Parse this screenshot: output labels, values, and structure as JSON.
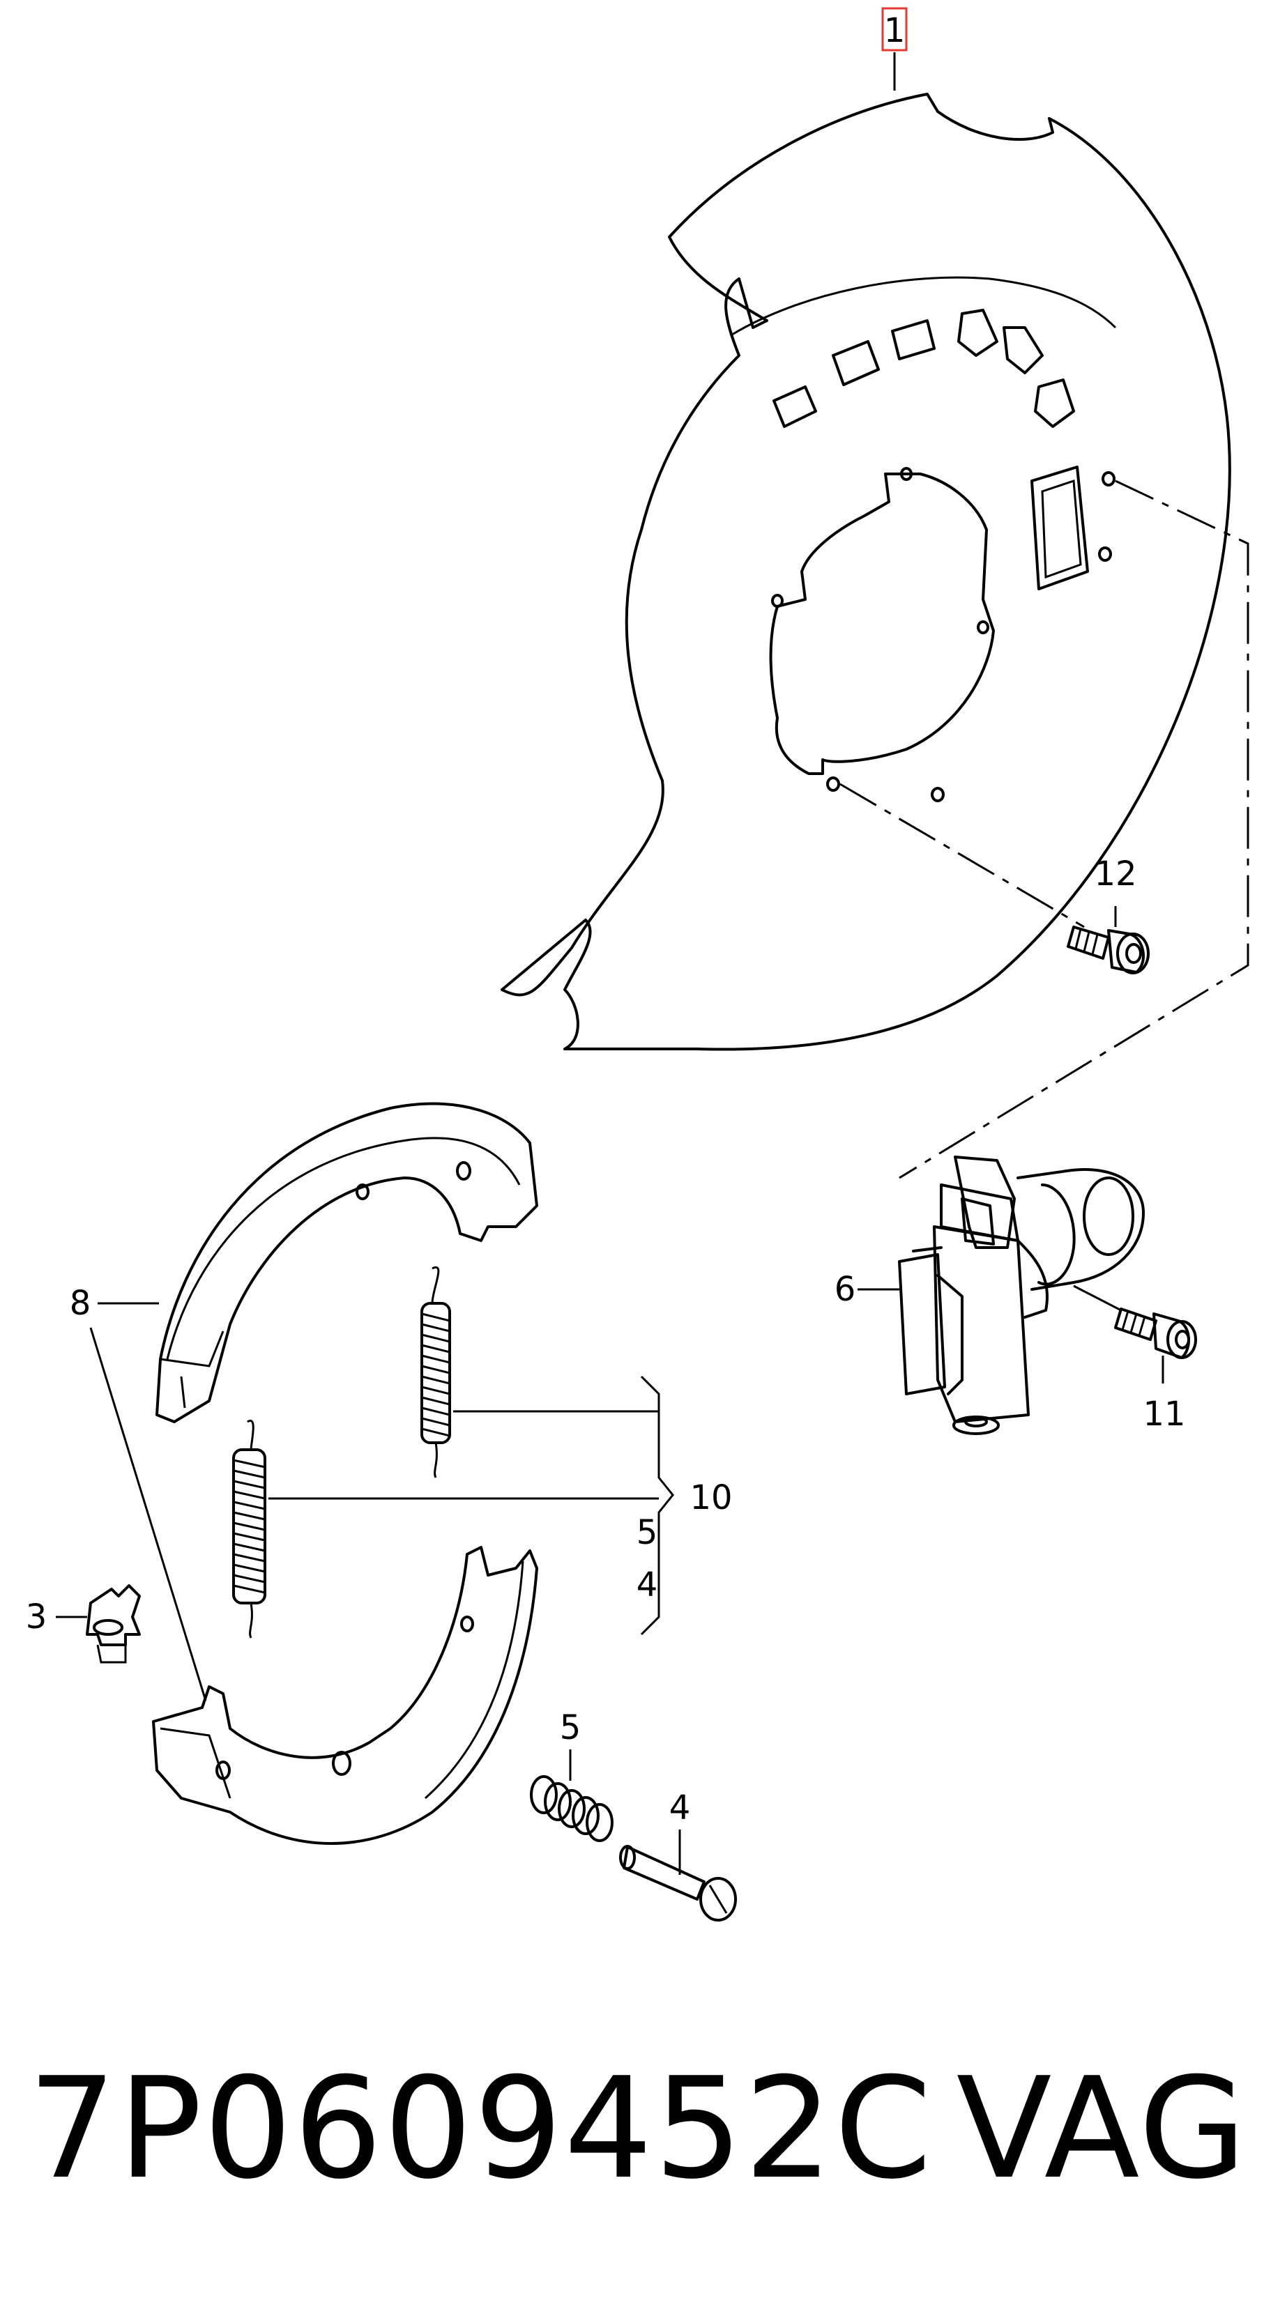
{
  "callouts": {
    "c1": "1",
    "c12": "12",
    "c6": "6",
    "c11": "11",
    "c8": "8",
    "c10": "10",
    "c5a": "5",
    "c4a": "4",
    "c3": "3",
    "c5b": "5",
    "c4b": "4"
  },
  "footer": {
    "part_number": "7P0609452C",
    "brand": "VAG"
  },
  "colors": {
    "line": "#000000",
    "callout_box": "#e53935",
    "background": "#ffffff"
  }
}
